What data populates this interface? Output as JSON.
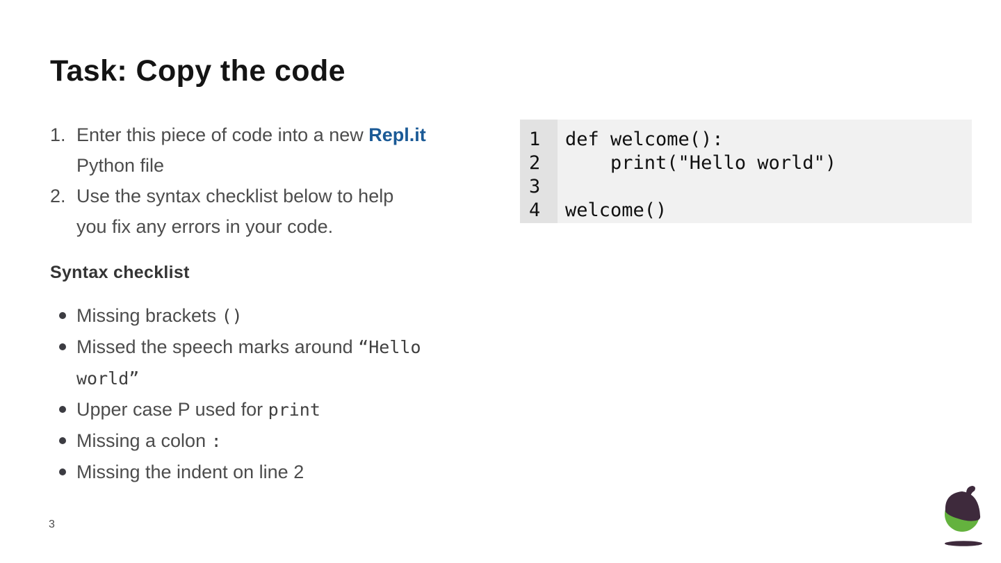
{
  "slide": {
    "title": "Task: Copy the code",
    "page_number": "3"
  },
  "instructions": {
    "items": [
      {
        "number": "1.",
        "line1": "Enter this piece of code into a new ",
        "line1_link": "Repl.it",
        "line2": "Python file"
      },
      {
        "number": "2.",
        "line1": "Use the syntax checklist below to help",
        "line1_link": "",
        "line2": "you fix any errors in your code."
      }
    ]
  },
  "code_panel": {
    "line_numbers": [
      "1",
      "2",
      "3",
      "4"
    ],
    "lines": [
      "def welcome():",
      "    print(\"Hello world\")",
      "",
      "welcome()"
    ]
  },
  "checklist": {
    "heading": "Syntax checklist",
    "items": [
      {
        "text": "Missing brackets ",
        "code": "()"
      },
      {
        "text": "Missed the speech marks around ",
        "code": "“Hello world”"
      },
      {
        "text": "Upper case P used for ",
        "code": "print"
      },
      {
        "text": "Missing a colon ",
        "code": ":"
      },
      {
        "text": "Missing the indent on line 2",
        "code": ""
      }
    ]
  },
  "logo": {
    "name": "oak-national-academy-acorn"
  },
  "colors": {
    "link_blue": "#1b5a96",
    "code_background": "#f1f1f1",
    "gutter_background": "#e2e2e2",
    "acorn_green": "#64b23e",
    "acorn_dark": "#3e2a3c",
    "body_text": "#4c4c4c",
    "title_text": "#141414"
  }
}
